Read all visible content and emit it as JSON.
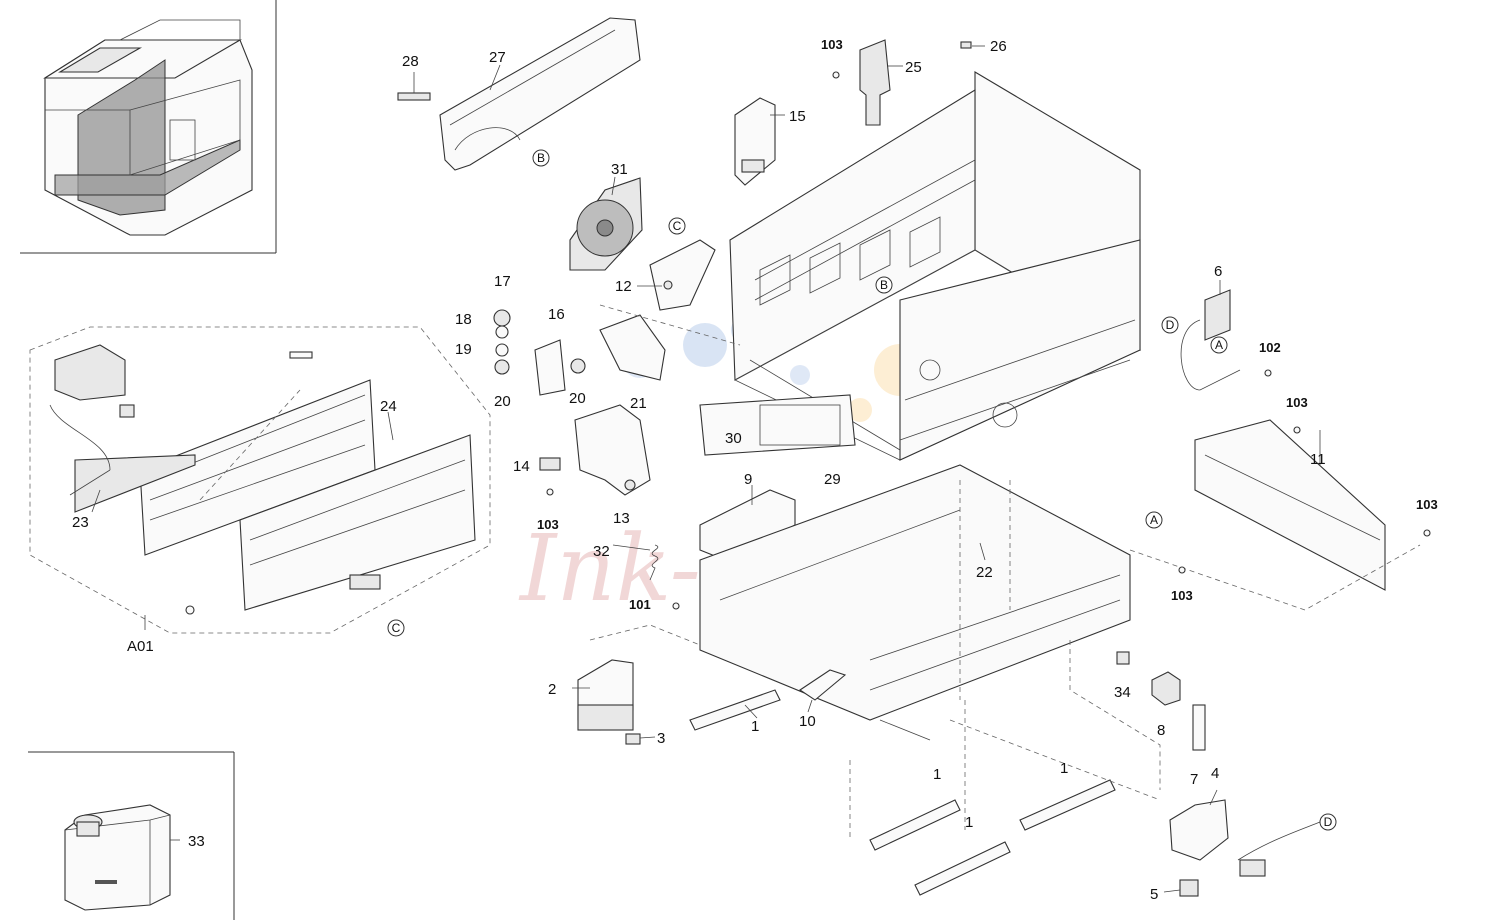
{
  "watermark": "Ink-Market",
  "part_labels": {
    "p1a": "1",
    "p1b": "1",
    "p1c": "1",
    "p1d": "1",
    "p2": "2",
    "p3": "3",
    "p4": "4",
    "p5": "5",
    "p6": "6",
    "p7": "7",
    "p8": "8",
    "p9": "9",
    "p10": "10",
    "p11": "11",
    "p12": "12",
    "p13": "13",
    "p14": "14",
    "p15": "15",
    "p16": "16",
    "p17": "17",
    "p18": "18",
    "p19": "19",
    "p20a": "20",
    "p20b": "20",
    "p21": "21",
    "p22": "22",
    "p23": "23",
    "p24": "24",
    "p25": "25",
    "p26": "26",
    "p27": "27",
    "p28": "28",
    "p29": "29",
    "p30": "30",
    "p31": "31",
    "p32": "32",
    "p33": "33",
    "p34": "34",
    "pA01": "A01"
  },
  "screw_labels": {
    "s101": "101",
    "s102": "102",
    "s103a": "103",
    "s103b": "103",
    "s103c": "103",
    "s103d": "103",
    "s103e": "103"
  },
  "connectors": {
    "cB1": "B",
    "cB2": "B",
    "cC1": "C",
    "cC2": "C",
    "cA1": "A",
    "cA2": "A",
    "cD1": "D",
    "cD2": "D"
  }
}
